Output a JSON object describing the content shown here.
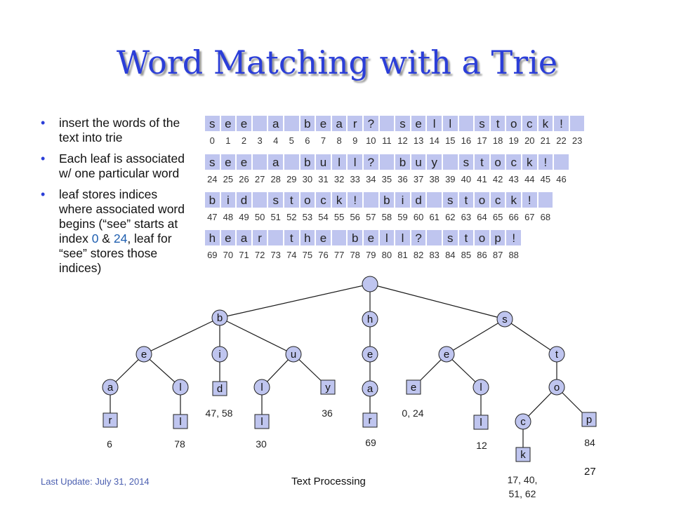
{
  "title": "Word Matching with a Trie",
  "bullets": [
    {
      "parts": [
        {
          "text": "insert the words of the text into trie",
          "hl": false
        }
      ]
    },
    {
      "parts": [
        {
          "text": "Each leaf is associated w/ one particular word",
          "hl": false
        }
      ]
    },
    {
      "parts": [
        {
          "text": "leaf stores indices where associated word begins (“see” starts at index ",
          "hl": false
        },
        {
          "text": "0",
          "hl": true
        },
        {
          "text": " & ",
          "hl": false
        },
        {
          "text": "24",
          "hl": true
        },
        {
          "text": ", leaf for “see” stores those indices)",
          "hl": false
        }
      ]
    }
  ],
  "text_rows": [
    {
      "chars": [
        "s",
        "e",
        "e",
        "",
        "a",
        "",
        "b",
        "e",
        "a",
        "r",
        "?",
        "",
        "s",
        "e",
        "l",
        "l",
        "",
        "s",
        "t",
        "o",
        "c",
        "k",
        "!",
        ""
      ],
      "start": 0
    },
    {
      "chars": [
        "s",
        "e",
        "e",
        "",
        "a",
        "",
        "b",
        "u",
        "l",
        "l",
        "?",
        "",
        "b",
        "u",
        "y",
        "",
        "s",
        "t",
        "o",
        "c",
        "k",
        "!",
        ""
      ],
      "start": 24
    },
    {
      "chars": [
        "b",
        "i",
        "d",
        "",
        "s",
        "t",
        "o",
        "c",
        "k",
        "!",
        "",
        "b",
        "i",
        "d",
        "",
        "s",
        "t",
        "o",
        "c",
        "k",
        "!",
        ""
      ],
      "start": 47
    },
    {
      "chars": [
        "h",
        "e",
        "a",
        "r",
        "",
        "t",
        "h",
        "e",
        "",
        "b",
        "e",
        "l",
        "l",
        "?",
        "",
        "s",
        "t",
        "o",
        "p",
        "!"
      ],
      "start": 69
    }
  ],
  "trie": {
    "nodes": [
      {
        "id": "root",
        "label": ""
      },
      {
        "id": "b",
        "label": "b"
      },
      {
        "id": "h",
        "label": "h"
      },
      {
        "id": "s",
        "label": "s"
      },
      {
        "id": "be",
        "label": "e"
      },
      {
        "id": "bi",
        "label": "i"
      },
      {
        "id": "bu",
        "label": "u"
      },
      {
        "id": "he",
        "label": "e"
      },
      {
        "id": "se",
        "label": "e"
      },
      {
        "id": "st",
        "label": "t"
      },
      {
        "id": "bea",
        "label": "a"
      },
      {
        "id": "bel",
        "label": "l"
      },
      {
        "id": "bid",
        "label": "d"
      },
      {
        "id": "bul",
        "label": "l"
      },
      {
        "id": "buy",
        "label": "y"
      },
      {
        "id": "hea",
        "label": "a"
      },
      {
        "id": "see",
        "label": "e"
      },
      {
        "id": "sel",
        "label": "l"
      },
      {
        "id": "sto",
        "label": "o"
      },
      {
        "id": "bear",
        "label": "r"
      },
      {
        "id": "bell",
        "label": "l"
      },
      {
        "id": "bull",
        "label": "l"
      },
      {
        "id": "hear",
        "label": "r"
      },
      {
        "id": "sell",
        "label": "l"
      },
      {
        "id": "stoc",
        "label": "c"
      },
      {
        "id": "stop",
        "label": "p"
      },
      {
        "id": "stock",
        "label": "k"
      }
    ],
    "leaf_indices": [
      {
        "node": "bear",
        "text": "6"
      },
      {
        "node": "bell",
        "text": "78"
      },
      {
        "node": "bid",
        "text": "47, 58"
      },
      {
        "node": "bull",
        "text": "30"
      },
      {
        "node": "buy",
        "text": "36"
      },
      {
        "node": "hear",
        "text": "69"
      },
      {
        "node": "see",
        "text": "0, 24"
      },
      {
        "node": "sell",
        "text": "12"
      },
      {
        "node": "stop",
        "text": "84"
      },
      {
        "node": "stock",
        "text": "17, 40,\n51, 62"
      }
    ]
  },
  "footer": {
    "last_update": "Last Update: July 31, 2014",
    "center": "Text Processing",
    "page": "27"
  },
  "colors": {
    "title": "#2b3ed8",
    "cell": "#bfc5ef",
    "node": "#bfc5ef",
    "highlight": "#1f5fb0"
  }
}
